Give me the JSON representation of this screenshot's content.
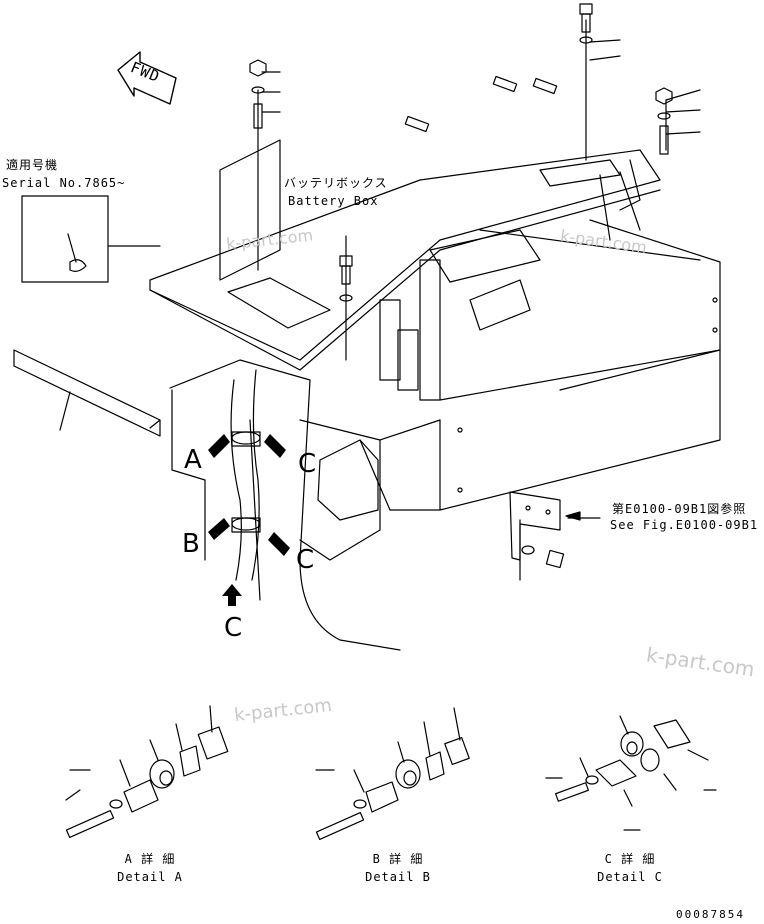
{
  "fwd_label": "FWD",
  "serial": {
    "title": "適用号機",
    "number": "Serial No.7865~"
  },
  "battery_box": {
    "jp": "バッテリボックス",
    "en": "Battery Box"
  },
  "see_fig": {
    "jp": "第E0100-09B1図参照",
    "en": "See Fig.E0100-09B1"
  },
  "view_letters": {
    "a": "A",
    "b": "B",
    "c_right_top": "C",
    "c_right_bottom": "C",
    "c_arrow": "C"
  },
  "details": [
    {
      "jp": "A 詳 細",
      "en": "Detail A"
    },
    {
      "jp": "B 詳 細",
      "en": "Detail B"
    },
    {
      "jp": "C 詳 細",
      "en": "Detail C"
    }
  ],
  "watermark": "k-part.com",
  "part_number": "00087854"
}
